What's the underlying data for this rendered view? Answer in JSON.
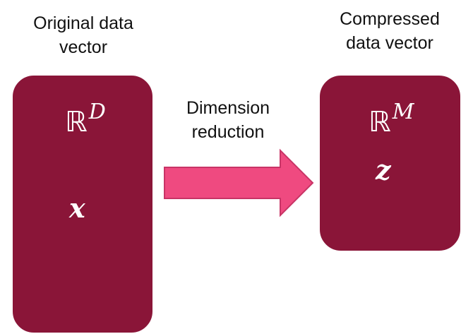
{
  "colors": {
    "box_fill": "#8a1538",
    "arrow_fill": "#ef4a80",
    "arrow_stroke": "#c83466",
    "text": "#111111",
    "math_text": "#ffffff"
  },
  "left": {
    "caption_line1": "Original data",
    "caption_line2": "vector",
    "space_symbol": "ℝ",
    "space_superscript": "D",
    "variable": "x"
  },
  "middle": {
    "label_line1": "Dimension",
    "label_line2": "reduction"
  },
  "right": {
    "caption_line1": "Compressed",
    "caption_line2": "data vector",
    "space_symbol": "ℝ",
    "space_superscript": "M",
    "variable": "z"
  }
}
